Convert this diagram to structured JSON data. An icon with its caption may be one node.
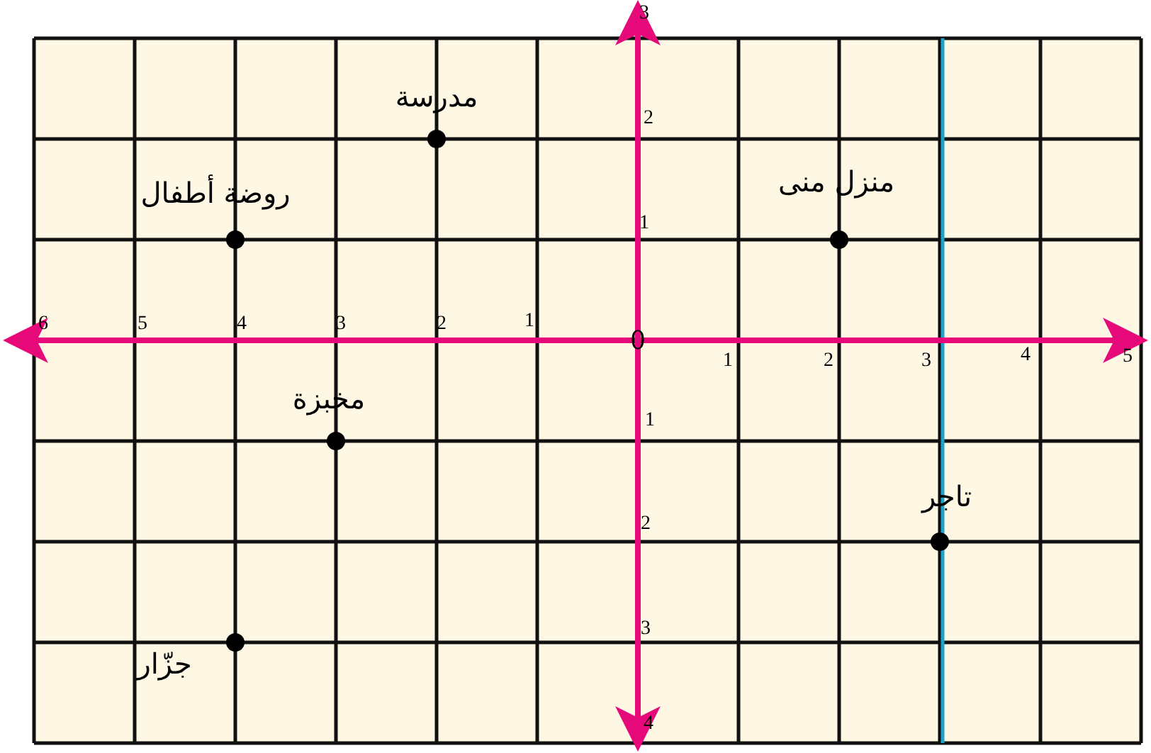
{
  "diagram": {
    "nodes": [
      {
        "text": [
          "مدرسة"
        ]
      },
      {
        "text": [
          "روضة أطفال"
        ]
      },
      {
        "text": [
          "منزل منى"
        ]
      },
      {
        "text": [
          "مخبزة"
        ]
      },
      {
        "text": [
          "تاجر"
        ]
      },
      {
        "text": [
          "جزّار"
        ]
      }
    ],
    "edges": [],
    "labels": [
      "3",
      "2",
      "1",
      "6",
      "5",
      "4",
      "3",
      "2",
      "1",
      "0",
      "1",
      "2",
      "3",
      "4",
      "5",
      "1",
      "2",
      "3",
      "4"
    ]
  }
}
